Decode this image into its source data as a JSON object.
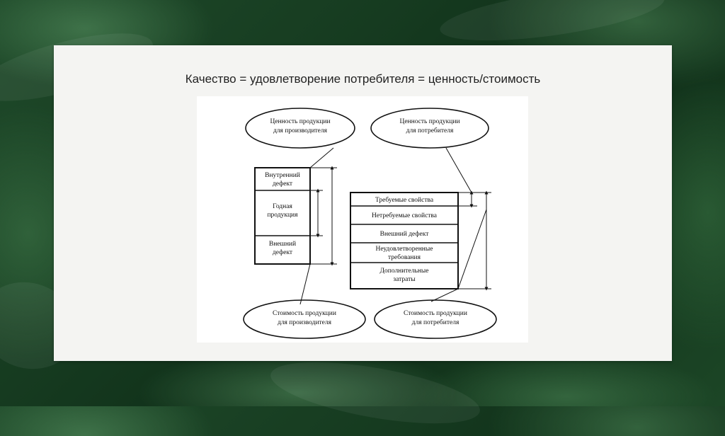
{
  "slide": {
    "title": "Качество = удовлетворение потребителя = ценность/стоимость"
  },
  "diagram": {
    "ellipses": {
      "value_producer": [
        "Ценность продукции",
        "для производителя"
      ],
      "value_consumer": [
        "Ценность продукции",
        "для потребителя"
      ],
      "cost_producer": [
        "Стоимость продукции",
        "для производителя"
      ],
      "cost_consumer": [
        "Стоимость продукции",
        "для потребителя"
      ]
    },
    "producer_column": [
      [
        "Внутренний",
        "дефект"
      ],
      [
        "Годная",
        "продукция"
      ],
      [
        "Внешний",
        "дефект"
      ]
    ],
    "consumer_column": [
      [
        "Требуемые свойства"
      ],
      [
        "Нетребуемые свойства"
      ],
      [
        "Внешний дефект"
      ],
      [
        "Неудовлетворенные",
        "требования"
      ],
      [
        "Дополнительные",
        "затраты"
      ]
    ]
  }
}
